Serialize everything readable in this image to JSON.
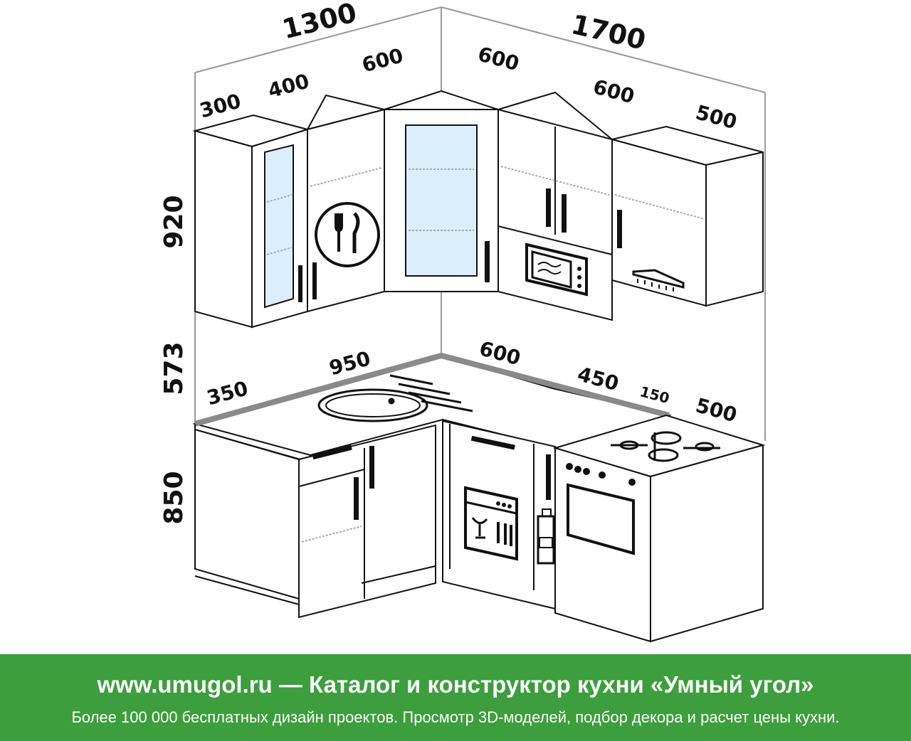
{
  "dimensions": {
    "overall_left": "1300",
    "overall_right": "1700",
    "upper_left_300": "300",
    "upper_left_400": "400",
    "upper_corner_left": "600",
    "upper_corner_right": "600",
    "upper_right_600": "600",
    "upper_right_500": "500",
    "height_upper": "920",
    "height_gap": "573",
    "height_lower": "850",
    "counter_350": "350",
    "counter_950": "950",
    "counter_600": "600",
    "counter_450": "450",
    "counter_150": "150",
    "counter_500": "500"
  },
  "footer": {
    "title": "www.umugol.ru — Каталог и конструктор кухни «Умный угол»",
    "subtitle": "Более 100 000 бесплатных дизайн проектов. Просмотр 3D-моделей, подбор декора и расчет цены кухни."
  },
  "colors": {
    "footer_bg": "#3c9e3c",
    "glass": "#dbeefc",
    "line": "#111111"
  }
}
